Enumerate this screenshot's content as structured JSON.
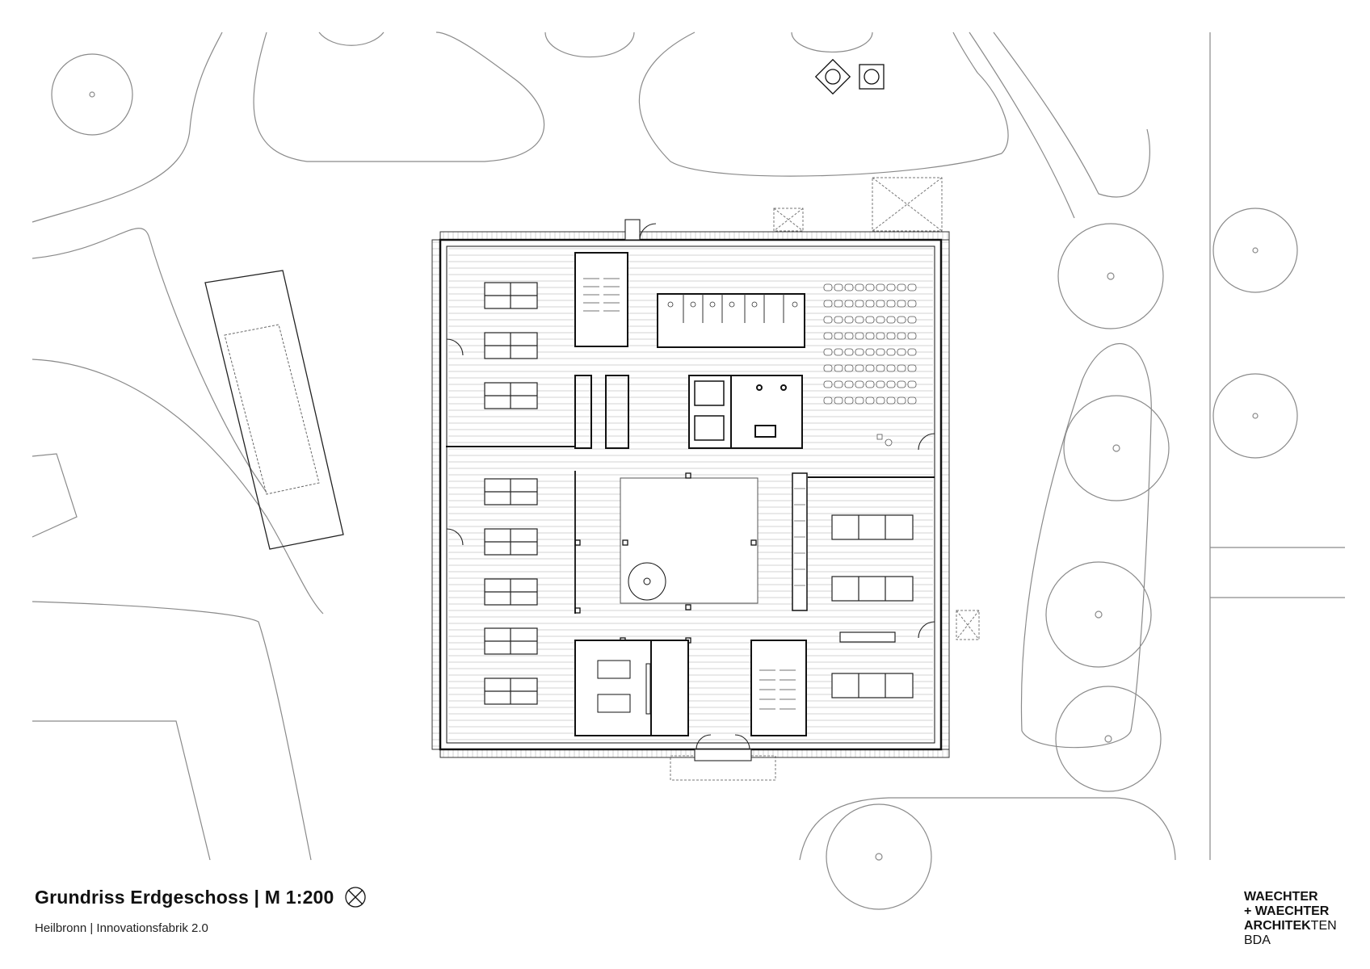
{
  "title": "Grundriss Erdgeschoss | M 1:200",
  "subtitle": "Heilbronn | Innovationsfabrik 2.0",
  "logo": {
    "line1": "WAECHTER",
    "line2_bold": "+ WAECHTER",
    "line2_light": "",
    "line3_bold": "ARCHITEK",
    "line3_light": "TEN",
    "line4": "BDA"
  },
  "icons": {
    "north_arrow": "north-arrow-icon"
  },
  "colors": {
    "ink": "#111111",
    "context_line": "#8a8a8a",
    "hatch": "#bdbdbd",
    "background": "#ffffff"
  }
}
